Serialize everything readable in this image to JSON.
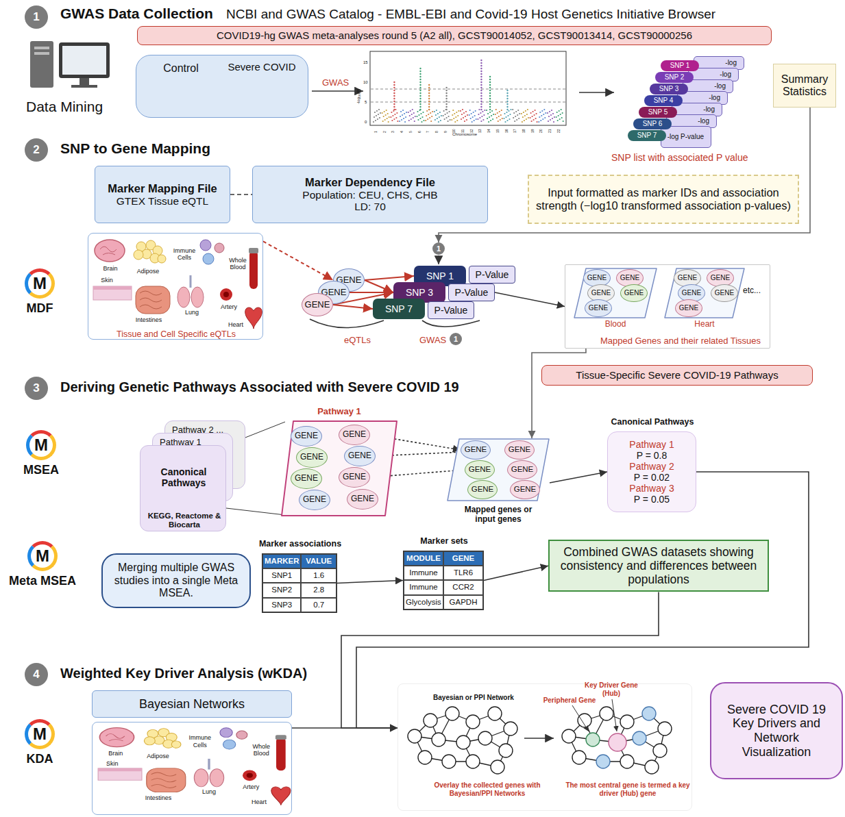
{
  "diagram": {
    "nodes": [
      {
        "text": [
          "1"
        ]
      },
      {
        "text": [
          "COVID19-hg GWAS meta-analyses round 5 (A2 all), GCST90014052, GCST90013414, GCST90000256"
        ]
      },
      {
        "text": [
          "Control",
          "Severe COVID"
        ]
      },
      {
        "text": [
          "Summary Statistics"
        ]
      },
      {
        "text": [
          "SNP 1"
        ]
      },
      {
        "text": [
          "-log"
        ]
      },
      {
        "text": [
          "SNP 2"
        ]
      },
      {
        "text": [
          "-log"
        ]
      },
      {
        "text": [
          "SNP 3"
        ]
      },
      {
        "text": [
          "-log"
        ]
      },
      {
        "text": [
          "SNP 4"
        ]
      },
      {
        "text": [
          "-log"
        ]
      },
      {
        "text": [
          "SNP 5"
        ]
      },
      {
        "text": [
          "-log"
        ]
      },
      {
        "text": [
          "SNP 6"
        ]
      },
      {
        "text": [
          "-log"
        ]
      },
      {
        "text": [
          "SNP 7"
        ]
      },
      {
        "text": [
          "-log P-value"
        ]
      },
      {
        "text": [
          "Input formatted as marker IDs and association strength (−log10 transformed association p-values)"
        ]
      },
      {
        "text": [
          "2"
        ]
      },
      {
        "text": [
          "Marker Mapping File",
          "GTEX Tissue eQTL"
        ]
      },
      {
        "text": [
          "Marker Dependency File",
          "Population: CEU, CHS, CHB",
          "LD: 70"
        ]
      },
      {
        "text": [
          "M",
          "MDF"
        ]
      },
      {
        "text": [
          "Brain",
          "Adipose",
          "Immune Cells",
          "Whole Blood",
          "Skin",
          "Intestines",
          "Lung",
          "Artery",
          "Heart",
          "Tissue and Cell Specific eQTLs"
        ]
      },
      {
        "text": [
          "1"
        ]
      },
      {
        "text": [
          "GENE"
        ]
      },
      {
        "text": [
          "GENE"
        ]
      },
      {
        "text": [
          "GENE"
        ]
      },
      {
        "text": [
          "SNP 1"
        ]
      },
      {
        "text": [
          "P-Value"
        ]
      },
      {
        "text": [
          "SNP 3"
        ]
      },
      {
        "text": [
          "P-Value"
        ]
      },
      {
        "text": [
          "SNP 7"
        ]
      },
      {
        "text": [
          "P-Value"
        ]
      },
      {
        "text": [
          "1"
        ]
      },
      {
        "text": [
          "Mapped Genes and their related Tissues"
        ]
      },
      {
        "text": [
          "Blood"
        ],
        "in": 35
      },
      {
        "text": [
          "GENE"
        ],
        "in": 36
      },
      {
        "text": [
          "GENE"
        ],
        "in": 36
      },
      {
        "text": [
          "GENE"
        ],
        "in": 36
      },
      {
        "text": [
          "GENE"
        ],
        "in": 36
      },
      {
        "text": [
          "GENE"
        ],
        "in": 36
      },
      {
        "text": [
          "Heart"
        ],
        "in": 35
      },
      {
        "text": [
          "GENE"
        ],
        "in": 42
      },
      {
        "text": [
          "GENE"
        ],
        "in": 42
      },
      {
        "text": [
          "GENE"
        ],
        "in": 42
      },
      {
        "text": [
          "GENE"
        ],
        "in": 42
      },
      {
        "text": [
          "GENE"
        ],
        "in": 42
      },
      {
        "text": [
          "3"
        ]
      },
      {
        "text": [
          "Tissue-Specific Severe COVID-19 Pathways"
        ]
      },
      {
        "text": [
          "M",
          "MSEA"
        ]
      },
      {
        "text": [
          "Pathway 2 ..."
        ]
      },
      {
        "text": [
          "Pathway 1"
        ]
      },
      {
        "text": [
          "Canonical Pathways",
          "KEGG, Reactome & Biocarta"
        ]
      },
      {
        "text": [
          "Pathway 1"
        ]
      },
      {
        "text": [
          "GENE"
        ],
        "in": 54
      },
      {
        "text": [
          "GENE"
        ],
        "in": 54
      },
      {
        "text": [
          "GENE"
        ],
        "in": 54
      },
      {
        "text": [
          "GENE"
        ],
        "in": 54
      },
      {
        "text": [
          "GENE"
        ],
        "in": 54
      },
      {
        "text": [
          "GENE"
        ],
        "in": 54
      },
      {
        "text": [
          "GENE"
        ],
        "in": 54
      },
      {
        "text": [
          "GENE"
        ],
        "in": 54
      },
      {
        "text": [
          "Mapped genes or input genes"
        ]
      },
      {
        "text": [
          "GENE"
        ],
        "in": 63
      },
      {
        "text": [
          "GENE"
        ],
        "in": 63
      },
      {
        "text": [
          "GENE"
        ],
        "in": 63
      },
      {
        "text": [
          "GENE"
        ],
        "in": 63
      },
      {
        "text": [
          "GENE"
        ],
        "in": 63
      },
      {
        "text": [
          "GENE"
        ],
        "in": 63
      },
      {
        "text": [
          "Canonical Pathways",
          "Pathway 1",
          "P = 0.8",
          "Pathway 2",
          "P = 0.02",
          "Pathway 3",
          "P = 0.05"
        ]
      },
      {
        "text": [
          "M",
          "Meta MSEA"
        ]
      },
      {
        "text": [
          "Merging multiple GWAS studies into a single Meta MSEA."
        ]
      },
      {
        "text": [
          "Marker associations",
          "MARKER",
          "VALUE",
          "SNP1",
          "1.6",
          "SNP2",
          "2.8",
          "SNP3",
          "0.7"
        ]
      },
      {
        "text": [
          "Marker sets",
          "MODULE",
          "GENE",
          "Immune",
          "TLR6",
          "Immune",
          "CCR2",
          "Glycolysis",
          "GAPDH"
        ]
      },
      {
        "text": [
          "Combined GWAS datasets showing consistency and differences between populations"
        ]
      },
      {
        "text": [
          "4"
        ]
      },
      {
        "text": [
          "M",
          "KDA"
        ]
      },
      {
        "text": [
          "Bayesian Networks"
        ]
      },
      {
        "text": [
          "Brain",
          "Adipose",
          "Immune Cells",
          "Whole Blood",
          "Skin",
          "Intestines",
          "Lung",
          "Artery",
          "Heart"
        ]
      },
      {
        "text": [
          "Bayesian or PPI Network",
          "Peripheral Gene",
          "Key Driver Gene (Hub)",
          "Overlay the collected genes with Bayesian/PPI Networks",
          "The most central gene is termed a key driver (Hub) gene"
        ]
      },
      {
        "text": [
          "Severe COVID 19 Key Drivers and Network Visualization"
        ]
      }
    ],
    "edges": [
      {
        "from": 3,
        "to": 24,
        "arrow": "to"
      },
      {
        "from": 20,
        "to": 21,
        "arrow": "none"
      },
      {
        "from": 23,
        "to": 25,
        "arrow": "to"
      },
      {
        "from": 25,
        "to": 28,
        "arrow": "to"
      },
      {
        "from": 25,
        "to": 30,
        "arrow": "to"
      },
      {
        "from": 26,
        "to": 30,
        "arrow": "to"
      },
      {
        "from": 27,
        "to": 32,
        "arrow": "to"
      },
      {
        "from": 27,
        "to": 30,
        "arrow": "to"
      },
      {
        "from": 31,
        "to": 35,
        "arrow": "to"
      },
      {
        "from": 35,
        "to": 63,
        "arrow": "to"
      },
      {
        "from": 63,
        "to": 70,
        "arrow": "to"
      },
      {
        "from": 56,
        "to": 64,
        "arrow": "to"
      },
      {
        "from": 58,
        "to": 65,
        "arrow": "to"
      },
      {
        "from": 60,
        "to": 66,
        "arrow": "to"
      },
      {
        "from": 70,
        "to": 80,
        "arrow": "to"
      },
      {
        "from": 73,
        "to": 74,
        "arrow": "to"
      },
      {
        "from": 74,
        "to": 75,
        "arrow": "to"
      },
      {
        "from": 75,
        "to": 80,
        "arrow": "to"
      },
      {
        "from": 79,
        "to": 80,
        "arrow": "to"
      }
    ],
    "labels": [
      "GWAS Data Collection",
      "NCBI and GWAS Catalog - EMBL-EBI and Covid-19 Host Genetics Initiative Browser",
      "Data Mining",
      "GWAS",
      "-log₁₀(P)",
      "15",
      "10",
      "5",
      "0",
      "1",
      "2",
      "3",
      "4",
      "5",
      "6",
      "7",
      "8",
      "9",
      "10",
      "11",
      "12",
      "13",
      "14",
      "15",
      "16",
      "17",
      "18",
      "19",
      "20",
      "21",
      "22",
      "Chromosome",
      "SNP list with associated P value",
      "SNP to Gene Mapping",
      "eQTLs",
      "GWAS",
      "etc...",
      "Deriving Genetic Pathways Associated with Severe COVID 19",
      "Weighted Key Driver Analysis (wKDA)"
    ]
  }
}
